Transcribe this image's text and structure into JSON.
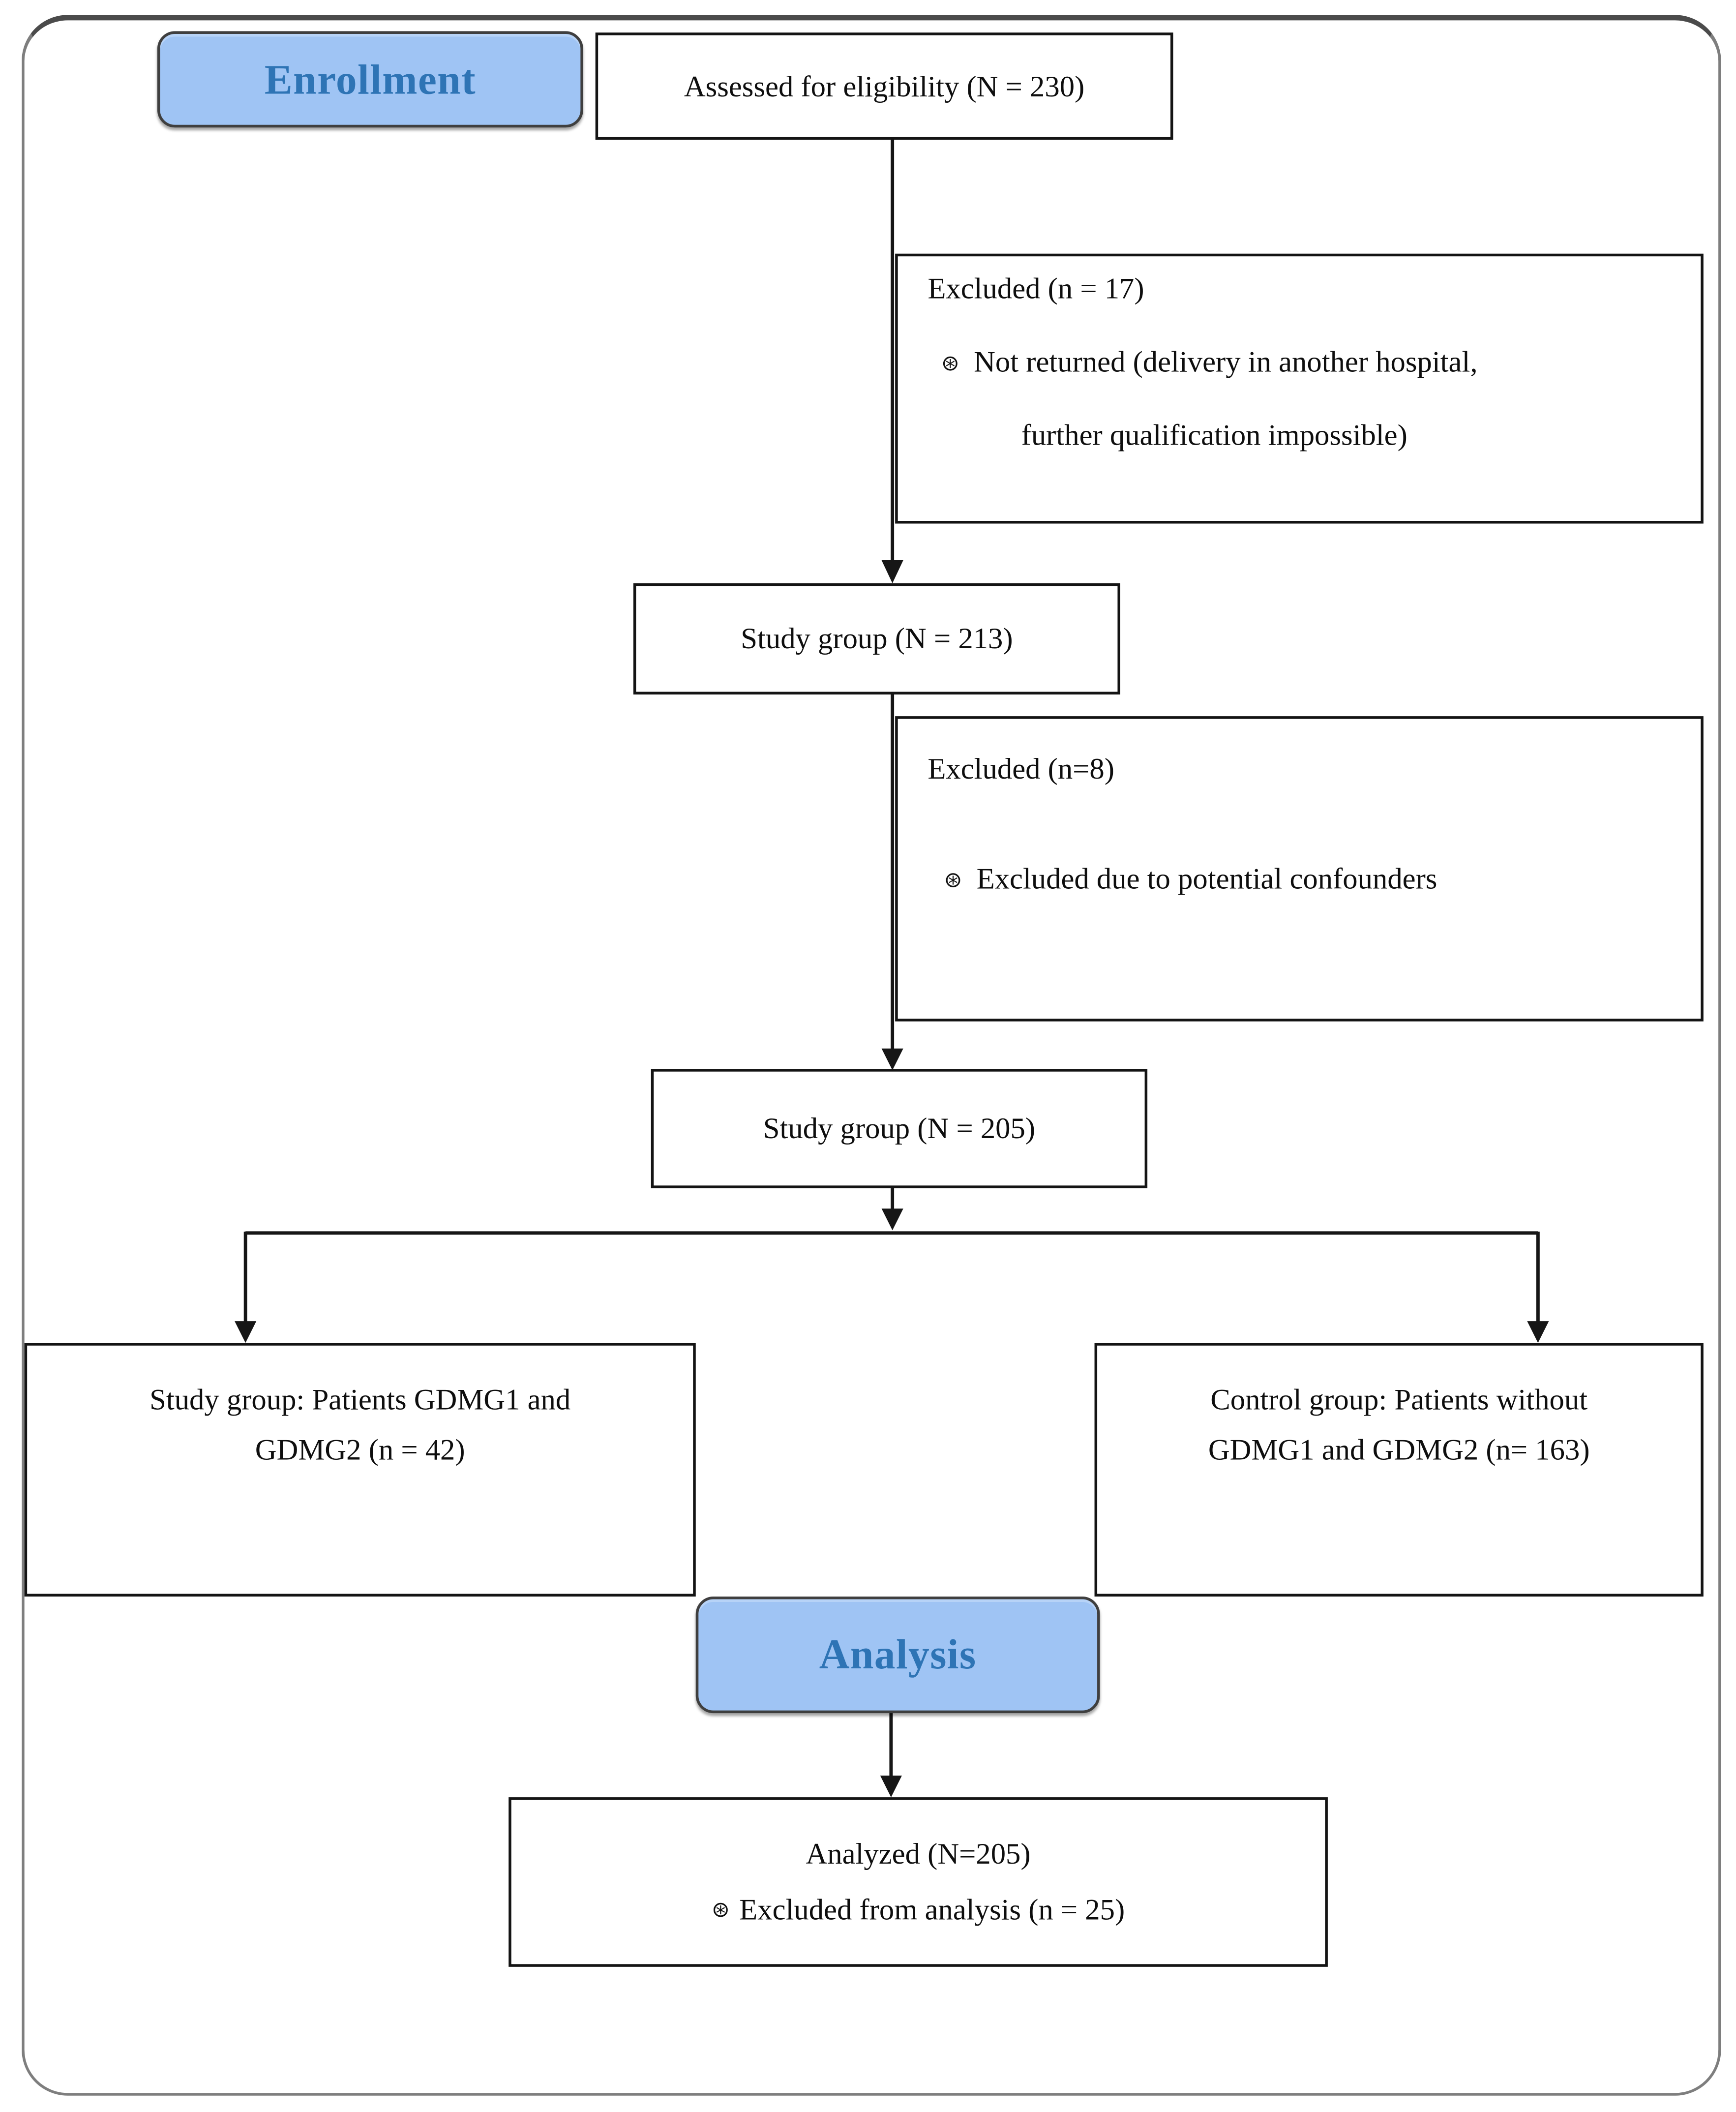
{
  "palette": {
    "pill_fill": "#9FC4F4",
    "pill_text": "#2E74B5",
    "box_border": "#141414",
    "connector": "#161616",
    "container_border": "#7e7e7e"
  },
  "stages": {
    "enrollment": {
      "label": "Enrollment"
    },
    "analysis": {
      "label": "Analysis"
    }
  },
  "boxes": {
    "assessed": {
      "text": "Assessed for eligibility (N = 230)"
    },
    "excluded1": {
      "title": "Excluded (n = 17)",
      "bullet_icon": "⊛",
      "bullet_lines": [
        "Not returned (delivery in another hospital,",
        "further qualification impossible)"
      ]
    },
    "study213": {
      "text": "Study group (N = 213)"
    },
    "excluded2": {
      "title": "Excluded  (n=8)",
      "bullet_icon": "⊛",
      "bullet_text": "Excluded due to potential confounders"
    },
    "study205": {
      "text": "Study group (N = 205)"
    },
    "study_arm": {
      "lines": [
        "Study group: Patients GDMG1 and",
        "GDMG2 (n = 42)"
      ]
    },
    "control_arm": {
      "lines": [
        "Control group: Patients without",
        "GDMG1 and GDMG2 (n= 163)"
      ]
    },
    "analyzed": {
      "line1": "Analyzed (N=205)",
      "bullet_icon": "⊛",
      "line2": "Excluded from analysis (n = 25)"
    }
  }
}
